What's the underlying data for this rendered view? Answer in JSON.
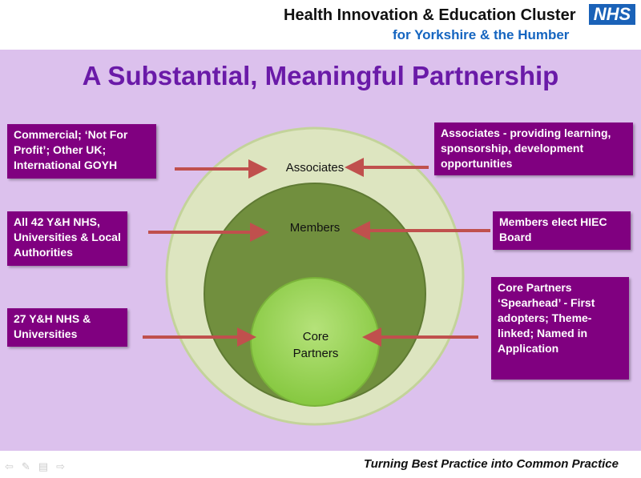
{
  "header": {
    "title": "Health Innovation & Education Cluster",
    "subtitle": "for Yorkshire & the Humber",
    "logo": "NHS"
  },
  "slide": {
    "title": "A Substantial, Meaningful Partnership",
    "circles": {
      "associates": "Associates",
      "members": "Members",
      "core": "Core Partners"
    },
    "left_boxes": [
      "Commercial; ‘Not For Profit’; Other UK; International GOYH",
      "All 42 Y&H NHS, Universities & Local Authorities",
      "27  Y&H NHS & Universities"
    ],
    "right_boxes": [
      "Associates  - providing learning, sponsorship, development opportunities",
      "Members elect HIEC Board",
      "Core Partners ‘Spearhead’ - First adopters; Theme-linked; Named in Application"
    ]
  },
  "footer": {
    "tagline": "Turning Best Practice into Common Practice"
  },
  "colors": {
    "band": "#dcc1ed",
    "box": "#800080",
    "arrow": "#c0504d",
    "outer": "#dde5c0",
    "members": "#718f3e",
    "core": "#92d050"
  }
}
